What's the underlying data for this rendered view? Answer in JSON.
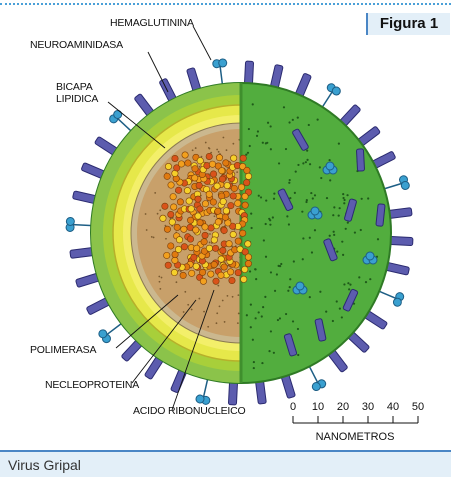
{
  "figure_badge": "Figura 1",
  "caption": "Virus Gripal",
  "labels": {
    "hemaglutinina": "HEMAGLUTININA",
    "neuroaminidasa": "NEUROAMINIDASA",
    "bicapa_1": "BICAPA",
    "bicapa_2": "LIPIDICA",
    "polimerasa": "POLIMERASA",
    "nucleoproteina": "NECLEOPROTEINA",
    "acido": "ACIDO RIBONUCLEICO"
  },
  "scale": {
    "ticks": [
      "0",
      "10",
      "20",
      "30",
      "40",
      "50"
    ],
    "unit": "NANOMETROS"
  },
  "colors": {
    "accent_blue": "#4a86c5",
    "caption_bg": "#e3eff8",
    "membrane_green": "#4aa53a",
    "spike_purple": "#5c5cae",
    "neuraminidase_blue": "#3aa0d0"
  }
}
